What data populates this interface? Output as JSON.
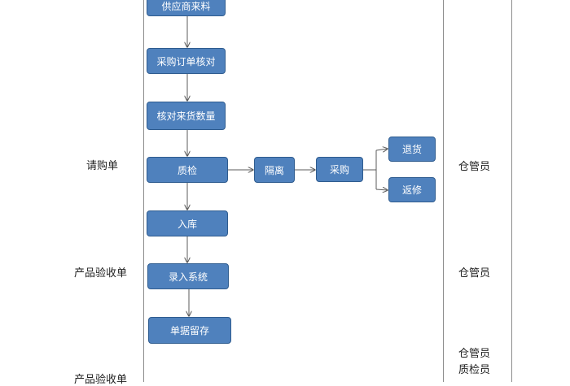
{
  "steps": {
    "supplier": "供应商来料",
    "po_check": "采购订单核对",
    "qty_check": "核对来货数量",
    "inspect": "质检",
    "warehouse_in": "入库",
    "enter_system": "录入系统",
    "doc_keep": "单据留存",
    "isolate": "隔离",
    "purchase": "采购",
    "return": "退货",
    "repair": "返修"
  },
  "left_labels": [
    "请购单",
    "产品验收单",
    "产品验收单"
  ],
  "right_labels": [
    "仓管员",
    "仓管员",
    "仓管员",
    "质检员"
  ],
  "colors": {
    "box_fill": "#4f81bd",
    "box_border": "#2f5c8f",
    "arrow": "#5b5b5b"
  }
}
